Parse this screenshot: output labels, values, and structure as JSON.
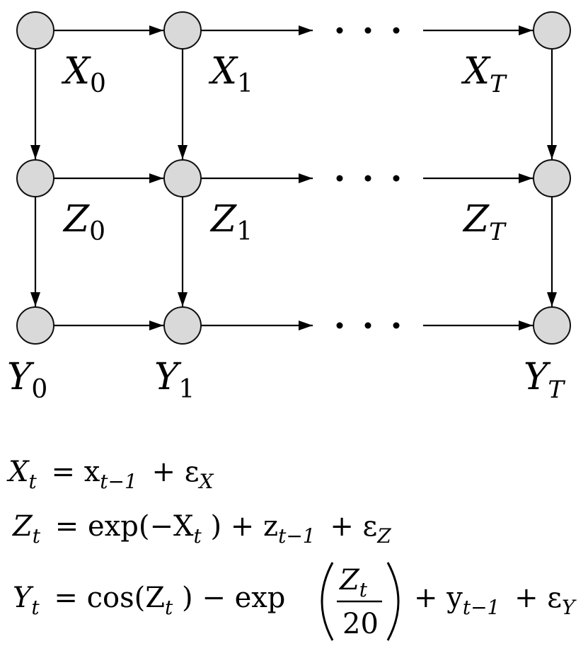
{
  "diagram": {
    "nodes": [
      {
        "id": "X0",
        "var": "X",
        "sub": "0"
      },
      {
        "id": "X1",
        "var": "X",
        "sub": "1"
      },
      {
        "id": "XT",
        "var": "X",
        "sub": "T"
      },
      {
        "id": "Z0",
        "var": "Z",
        "sub": "0"
      },
      {
        "id": "Z1",
        "var": "Z",
        "sub": "1"
      },
      {
        "id": "ZT",
        "var": "Z",
        "sub": "T"
      },
      {
        "id": "Y0",
        "var": "Y",
        "sub": "0"
      },
      {
        "id": "Y1",
        "var": "Y",
        "sub": "1"
      },
      {
        "id": "YT",
        "var": "Y",
        "sub": "T"
      }
    ],
    "edges": [
      [
        "X0",
        "X1"
      ],
      [
        "X1",
        "dotsX"
      ],
      [
        "dotsX",
        "XT"
      ],
      [
        "Z0",
        "Z1"
      ],
      [
        "Z1",
        "dotsZ"
      ],
      [
        "dotsZ",
        "ZT"
      ],
      [
        "Y0",
        "Y1"
      ],
      [
        "Y1",
        "dotsY"
      ],
      [
        "dotsY",
        "YT"
      ],
      [
        "X0",
        "Z0"
      ],
      [
        "Z0",
        "Y0"
      ],
      [
        "X1",
        "Z1"
      ],
      [
        "Z1",
        "Y1"
      ],
      [
        "XT",
        "ZT"
      ],
      [
        "ZT",
        "YT"
      ]
    ],
    "ellipsis": "· · ·"
  },
  "equations": {
    "x": {
      "lhs": "X",
      "lhs_sub": "t",
      "rhs": "= x",
      "rhs_sub": "t−1",
      "tail": "+ ε",
      "tail_sub": "X"
    },
    "z": {
      "lhs": "Z",
      "lhs_sub": "t",
      "rhs_a": "= exp(−X",
      "rhs_a_sub": "t",
      "rhs_b": ") + z",
      "rhs_b_sub": "t−1",
      "tail": "+ ε",
      "tail_sub": "Z"
    },
    "y": {
      "lhs": "Y",
      "lhs_sub": "t",
      "rhs_a": "= cos(Z",
      "rhs_a_sub": "t",
      "rhs_b": ") − exp",
      "frac_num": "Z",
      "frac_num_sub": "t",
      "frac_den": "20",
      "rhs_c": "+ y",
      "rhs_c_sub": "t−1",
      "tail": "+ ε",
      "tail_sub": "Y"
    }
  }
}
